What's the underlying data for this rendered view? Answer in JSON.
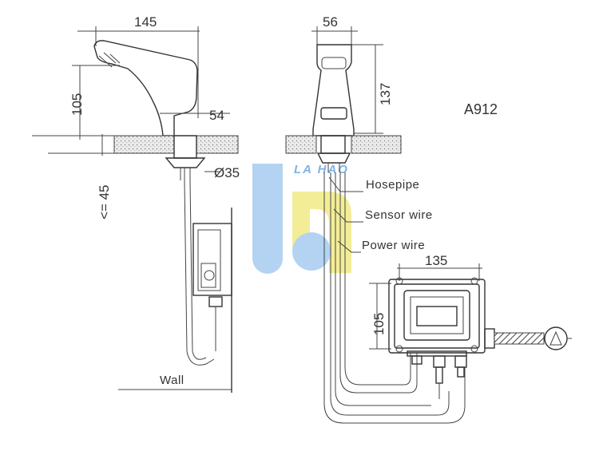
{
  "model": "A912",
  "watermark": "LA HAO",
  "side_view": {
    "spout_length": "145",
    "height": "105",
    "base_width": "54",
    "deck_thickness": "<= 45",
    "shank_diameter": "Ø35",
    "wall_label": "Wall"
  },
  "front_view": {
    "width": "56",
    "height": "137"
  },
  "callouts": {
    "hosepipe": "Hosepipe",
    "sensor_wire": "Sensor wire",
    "power_wire": "Power wire"
  },
  "control_box": {
    "width": "135",
    "height": "105"
  },
  "colors": {
    "line": "#444444",
    "watermark_blue": "#a8ccf0",
    "watermark_yellow": "#f2ea86",
    "watermark_text": "#6aa5df"
  }
}
